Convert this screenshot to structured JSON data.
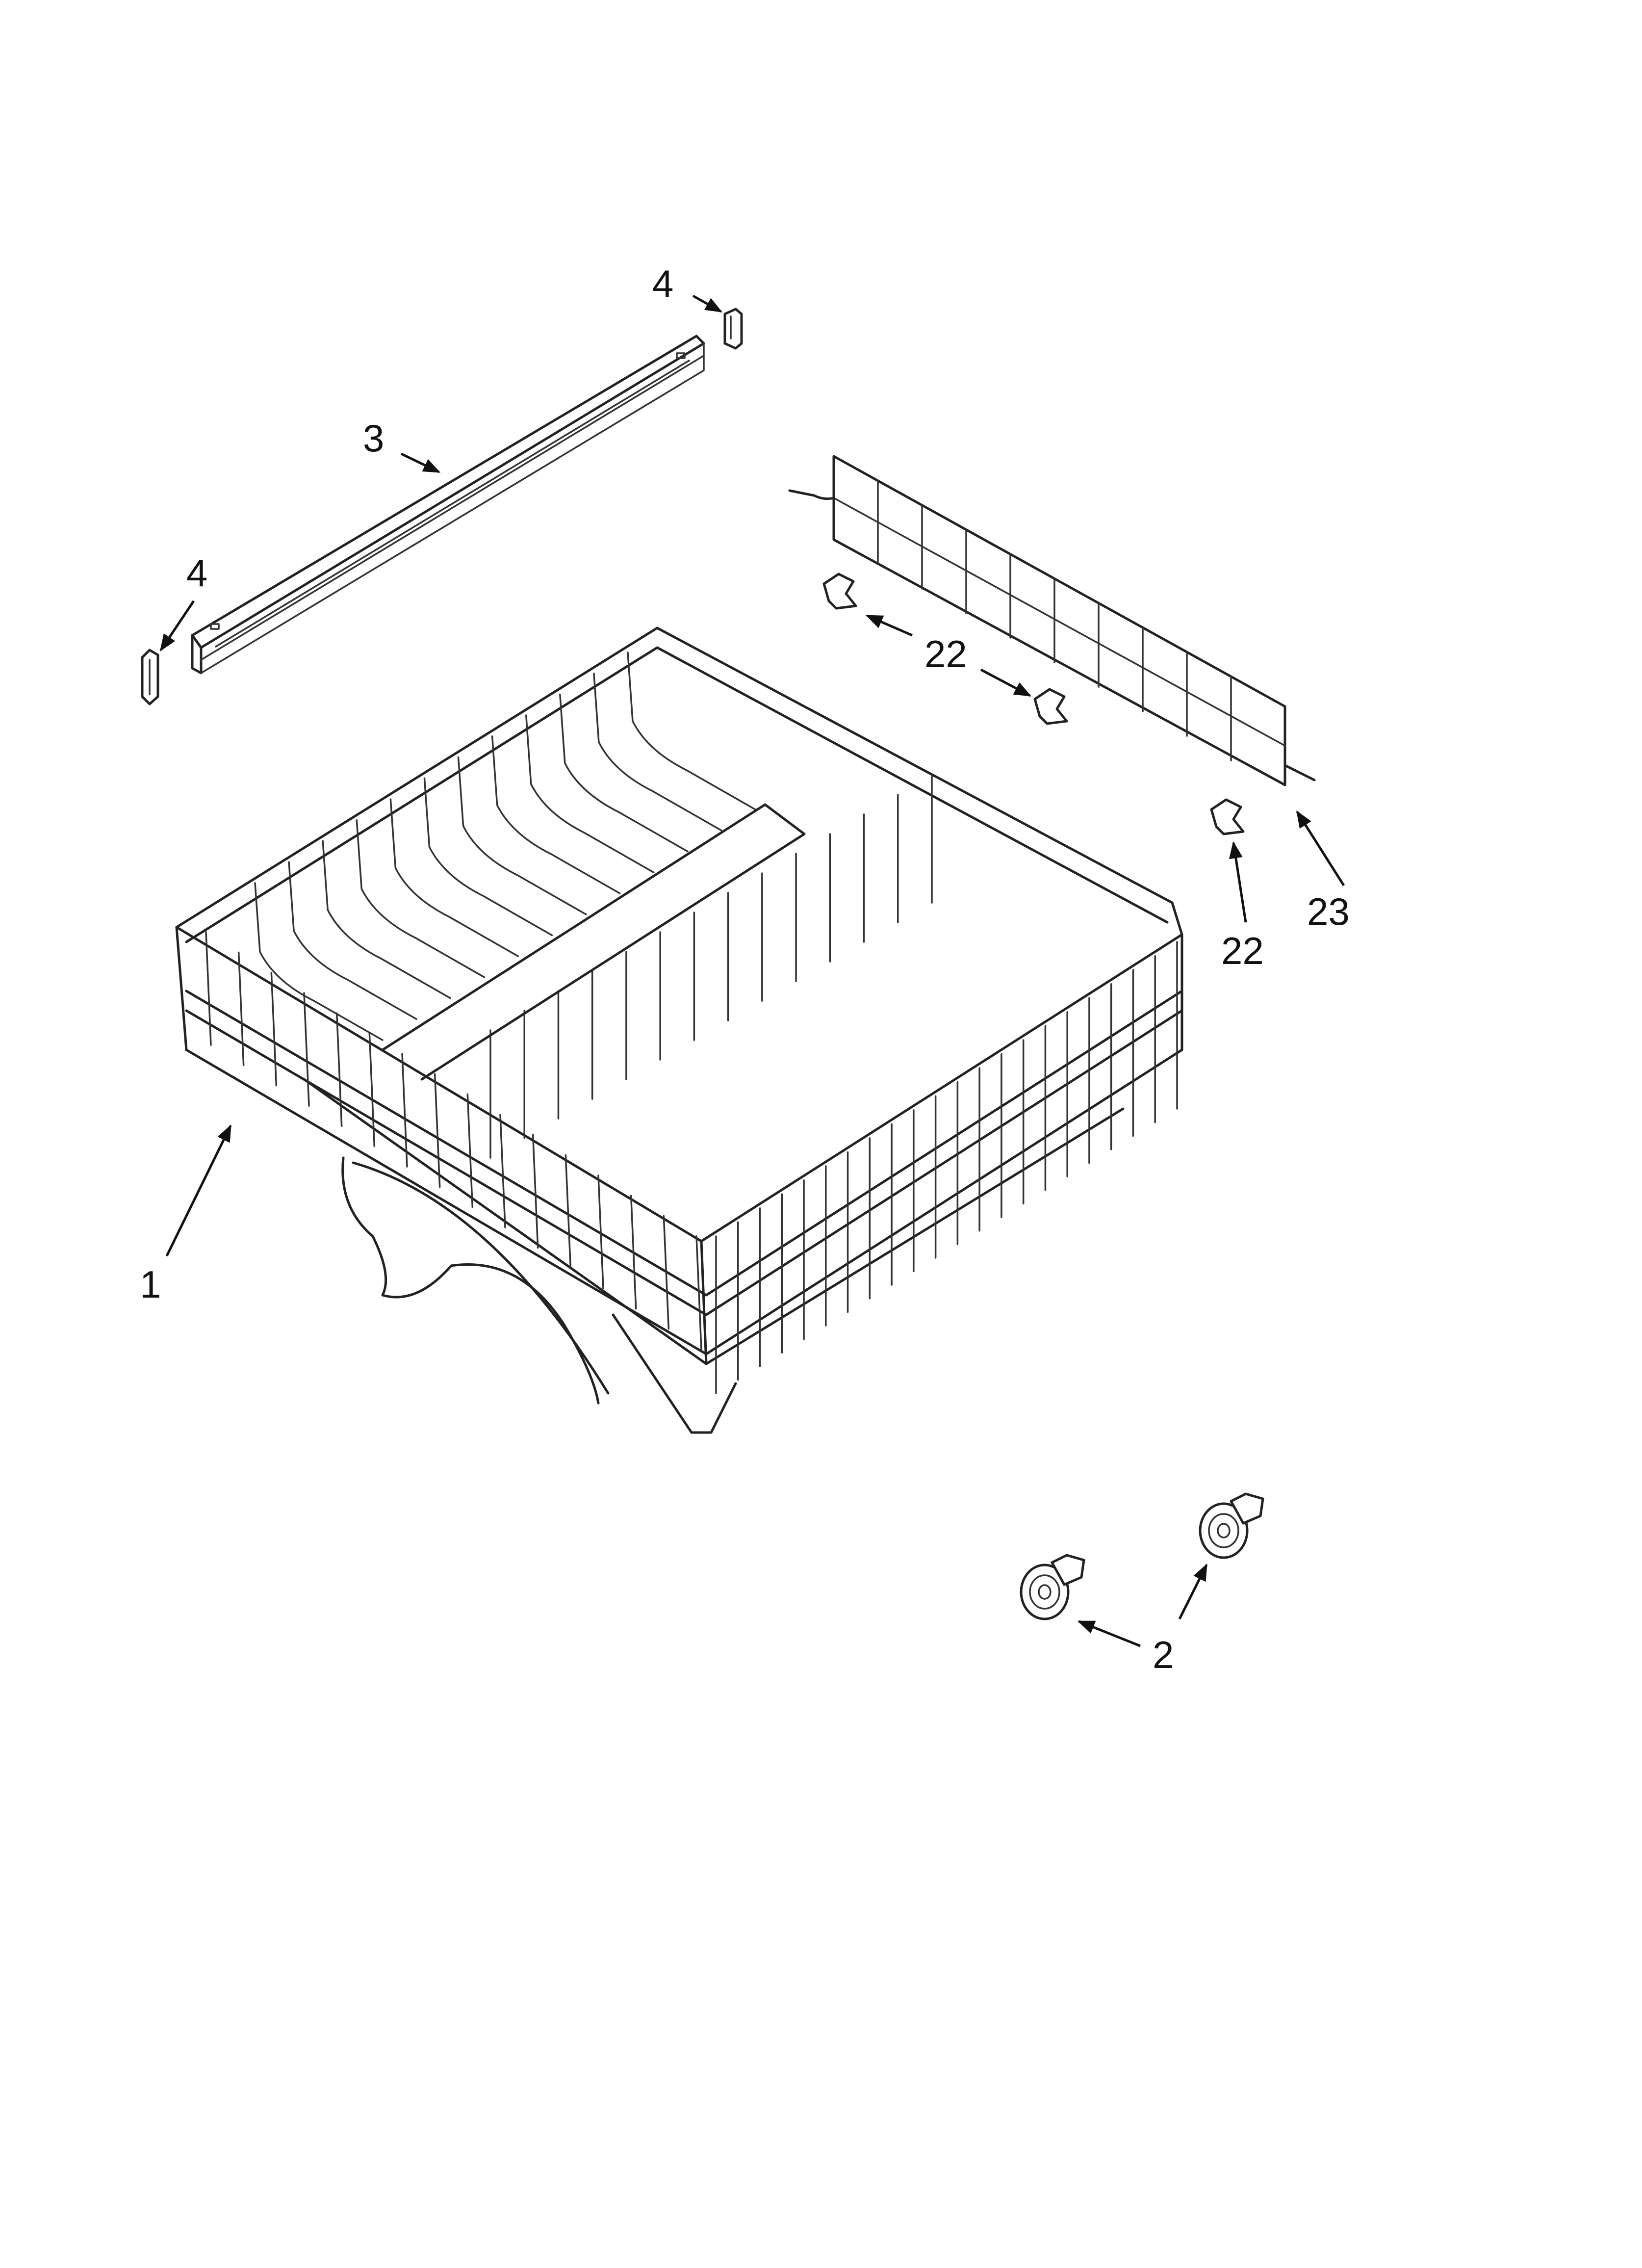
{
  "diagram": {
    "callouts": [
      {
        "id": "callout-1",
        "label": "1"
      },
      {
        "id": "callout-2",
        "label": "2"
      },
      {
        "id": "callout-3",
        "label": "3"
      },
      {
        "id": "callout-4-top",
        "label": "4"
      },
      {
        "id": "callout-4-left",
        "label": "4"
      },
      {
        "id": "callout-22-top",
        "label": "22"
      },
      {
        "id": "callout-22-bottom",
        "label": "22"
      },
      {
        "id": "callout-23",
        "label": "23"
      }
    ]
  }
}
